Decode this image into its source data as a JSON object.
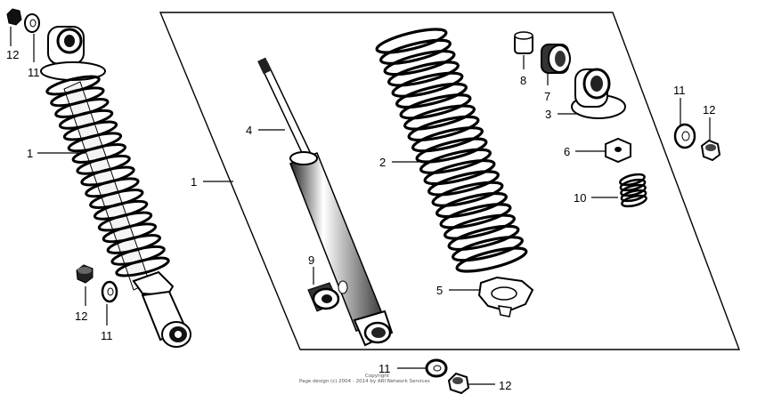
{
  "callouts": {
    "a1_left": "1",
    "a1_group": "1",
    "spring": "2",
    "cap": "3",
    "rod": "4",
    "seat": "5",
    "plate": "6",
    "collar": "7",
    "bushing": "8",
    "rubber": "9",
    "stopper": "10",
    "w_top_left": "11",
    "w_mid_left": "11",
    "w_right": "11",
    "w_bottom": "11",
    "n_top_left": "12",
    "n_mid_left": "12",
    "n_right": "12",
    "n_bottom": "12"
  },
  "copyright": {
    "line1": "Copyright",
    "line2": "Page design (c) 2004 - 2014 by ARI Network Services"
  }
}
